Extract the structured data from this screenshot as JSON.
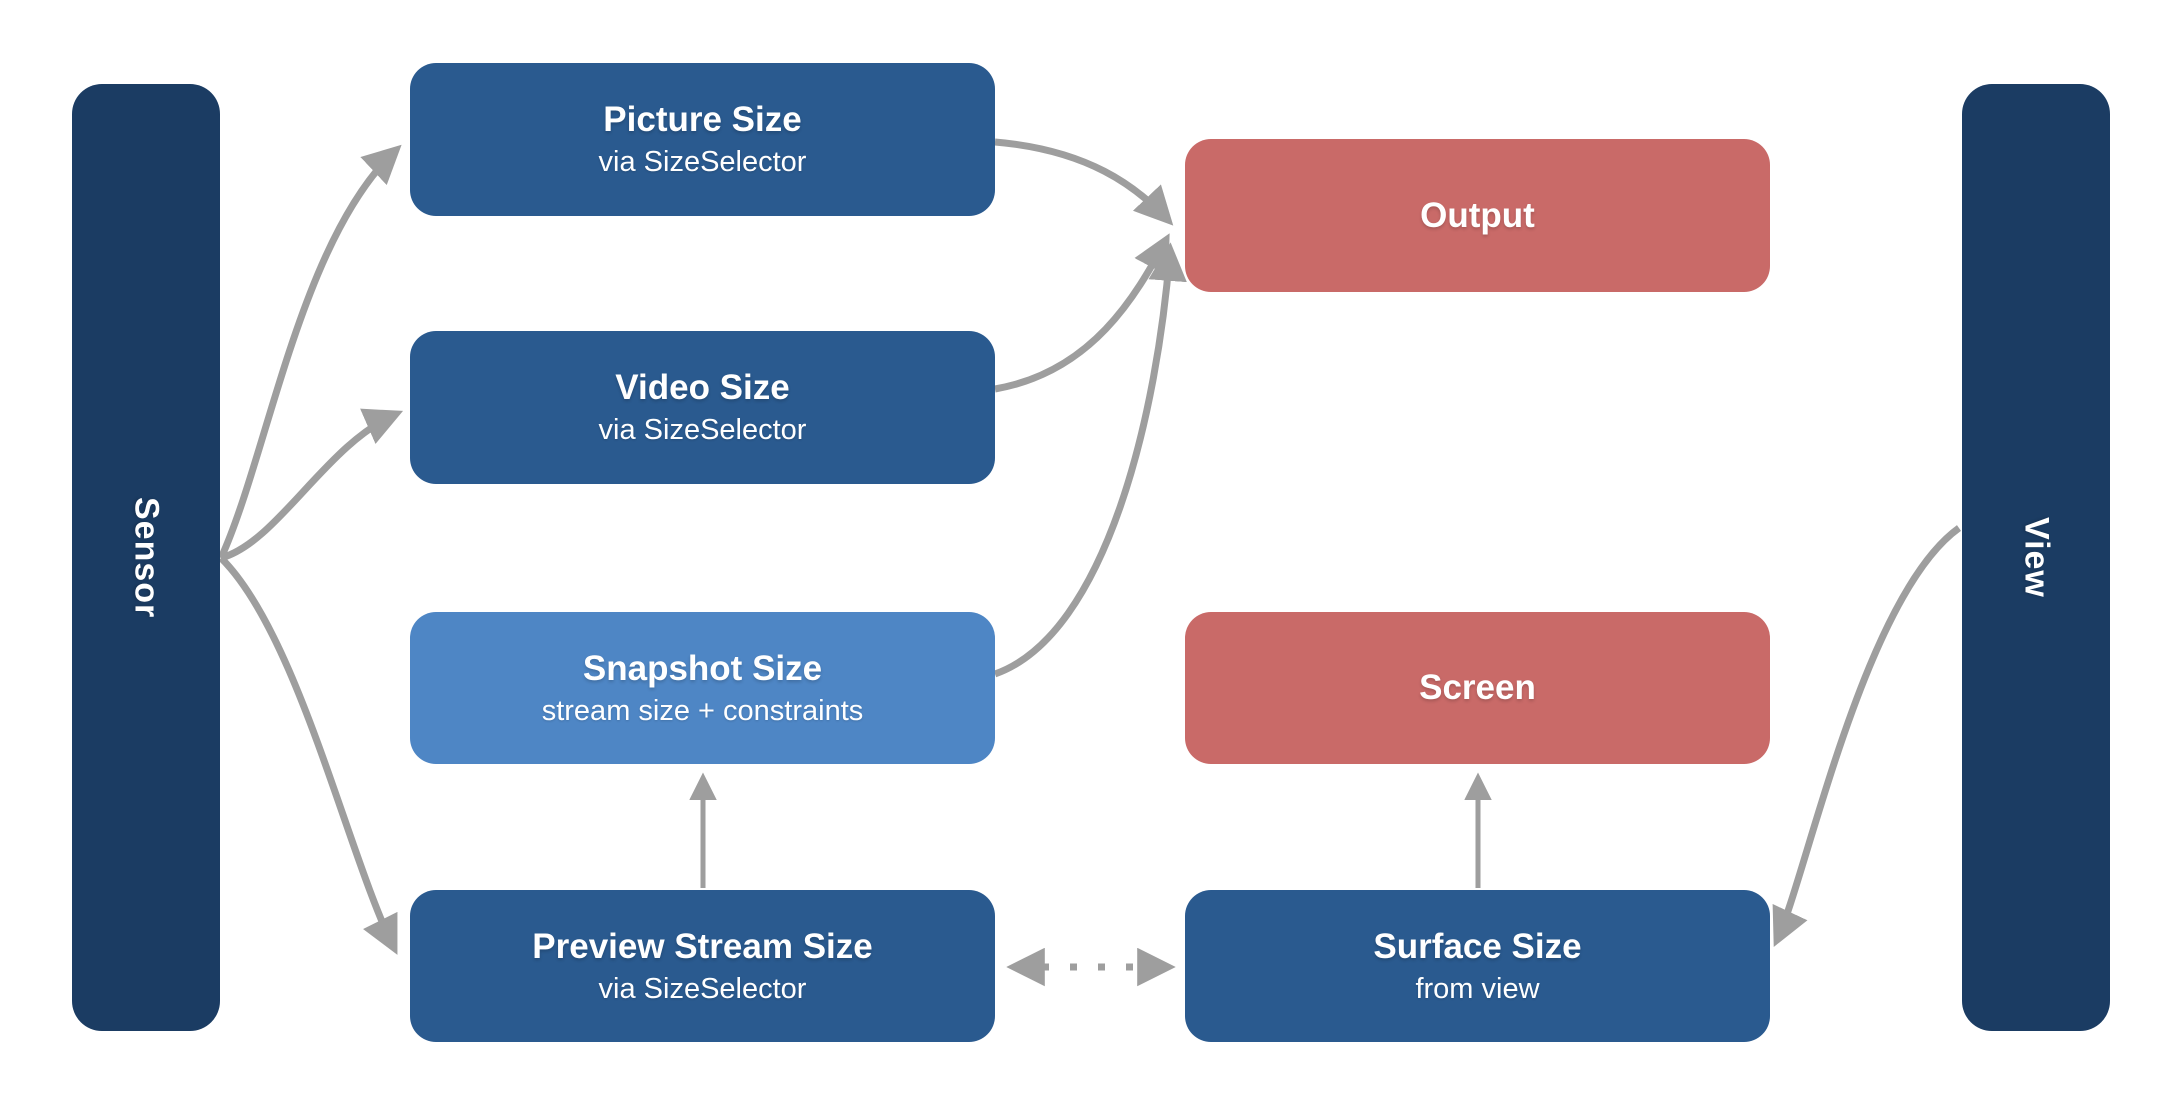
{
  "palette": {
    "background": "#ffffff",
    "navy": "#1b3c63",
    "blue": "#2a5a8f",
    "light_blue": "#4e86c5",
    "red": "#c96a68",
    "arrow_gray": "#9e9e9e",
    "text": "#ffffff"
  },
  "bars": {
    "sensor": {
      "label": "Sensor"
    },
    "view": {
      "label": "View"
    }
  },
  "nodes": {
    "picture_size": {
      "title": "Picture Size",
      "subtitle": "via SizeSelector"
    },
    "video_size": {
      "title": "Video Size",
      "subtitle": "via SizeSelector"
    },
    "snapshot_size": {
      "title": "Snapshot Size",
      "subtitle": "stream size + constraints"
    },
    "preview_stream_size": {
      "title": "Preview Stream Size",
      "subtitle": "via SizeSelector"
    },
    "output": {
      "title": "Output"
    },
    "screen": {
      "title": "Screen"
    },
    "surface_size": {
      "title": "Surface Size",
      "subtitle": "from view"
    }
  },
  "edges": [
    {
      "from": "sensor",
      "to": "picture_size",
      "style": "solid-curve"
    },
    {
      "from": "sensor",
      "to": "video_size",
      "style": "solid-curve"
    },
    {
      "from": "sensor",
      "to": "preview_stream_size",
      "style": "solid-curve"
    },
    {
      "from": "picture_size",
      "to": "output",
      "style": "solid-curve"
    },
    {
      "from": "video_size",
      "to": "output",
      "style": "solid-curve"
    },
    {
      "from": "snapshot_size",
      "to": "output",
      "style": "solid-curve"
    },
    {
      "from": "preview_stream_size",
      "to": "snapshot_size",
      "style": "solid-straight"
    },
    {
      "from": "surface_size",
      "to": "screen",
      "style": "solid-straight"
    },
    {
      "from": "preview_stream_size",
      "to": "surface_size",
      "style": "dotted-bidirectional"
    },
    {
      "from": "view",
      "to": "surface_size",
      "style": "solid-curve"
    }
  ]
}
